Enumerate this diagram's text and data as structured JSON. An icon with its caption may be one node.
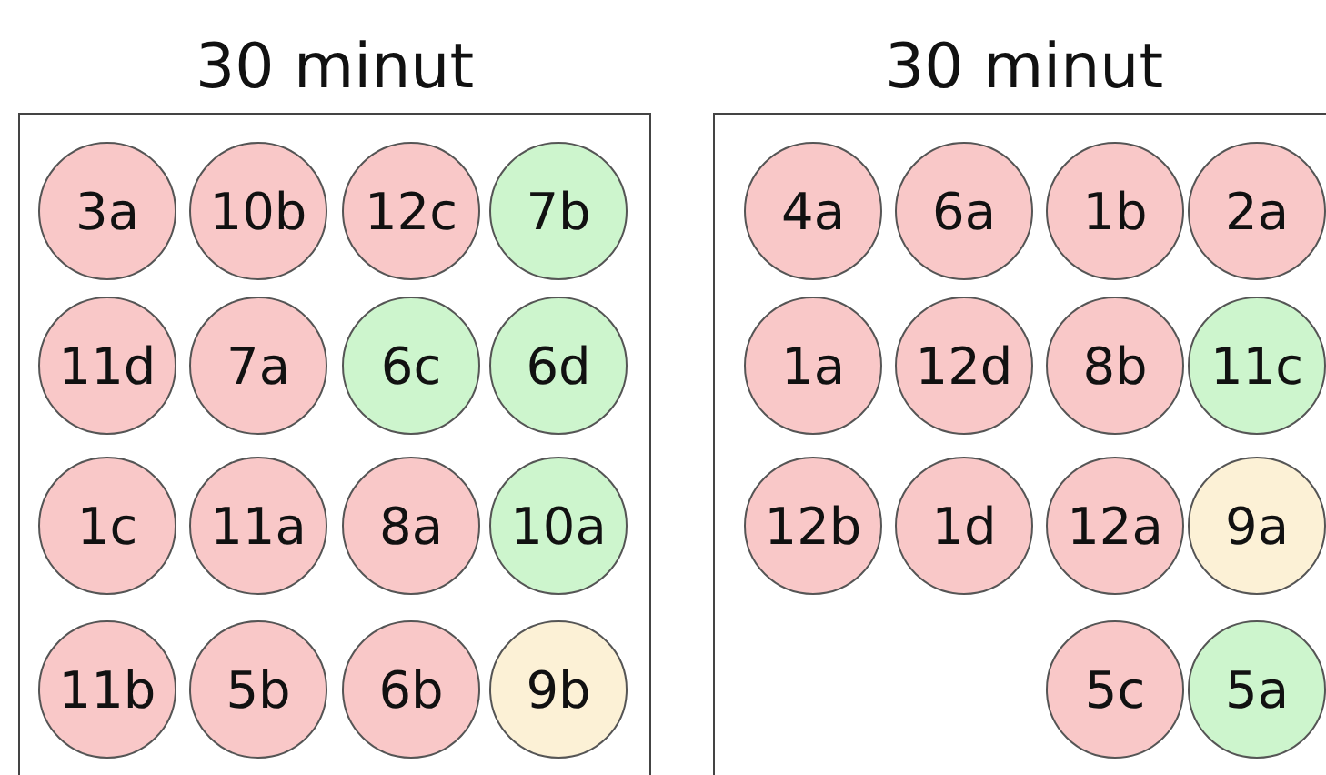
{
  "diagram": {
    "nodes": [
      {
        "text": [
          "30 minut"
        ]
      },
      {
        "text": [
          "3a"
        ],
        "in": 0
      },
      {
        "text": [
          "10b"
        ],
        "in": 0
      },
      {
        "text": [
          "12c"
        ],
        "in": 0
      },
      {
        "text": [
          "7b"
        ],
        "in": 0
      },
      {
        "text": [
          "11d"
        ],
        "in": 0
      },
      {
        "text": [
          "7a"
        ],
        "in": 0
      },
      {
        "text": [
          "6c"
        ],
        "in": 0
      },
      {
        "text": [
          "6d"
        ],
        "in": 0
      },
      {
        "text": [
          "1c"
        ],
        "in": 0
      },
      {
        "text": [
          "11a"
        ],
        "in": 0
      },
      {
        "text": [
          "8a"
        ],
        "in": 0
      },
      {
        "text": [
          "10a"
        ],
        "in": 0
      },
      {
        "text": [
          "11b"
        ],
        "in": 0
      },
      {
        "text": [
          "5b"
        ],
        "in": 0
      },
      {
        "text": [
          "6b"
        ],
        "in": 0
      },
      {
        "text": [
          "9b"
        ],
        "in": 0
      },
      {
        "text": [
          "30 minut"
        ]
      },
      {
        "text": [
          "4a"
        ],
        "in": 17
      },
      {
        "text": [
          "6a"
        ],
        "in": 17
      },
      {
        "text": [
          "1b"
        ],
        "in": 17
      },
      {
        "text": [
          "2a"
        ],
        "in": 17
      },
      {
        "text": [
          "1a"
        ],
        "in": 17
      },
      {
        "text": [
          "12d"
        ],
        "in": 17
      },
      {
        "text": [
          "8b"
        ],
        "in": 17
      },
      {
        "text": [
          "11c"
        ],
        "in": 17
      },
      {
        "text": [
          "12b"
        ],
        "in": 17
      },
      {
        "text": [
          "1d"
        ],
        "in": 17
      },
      {
        "text": [
          "12a"
        ],
        "in": 17
      },
      {
        "text": [
          "9a"
        ],
        "in": 17
      },
      {
        "text": [
          "5c"
        ],
        "in": 17
      },
      {
        "text": [
          "5a"
        ],
        "in": 17
      }
    ]
  }
}
